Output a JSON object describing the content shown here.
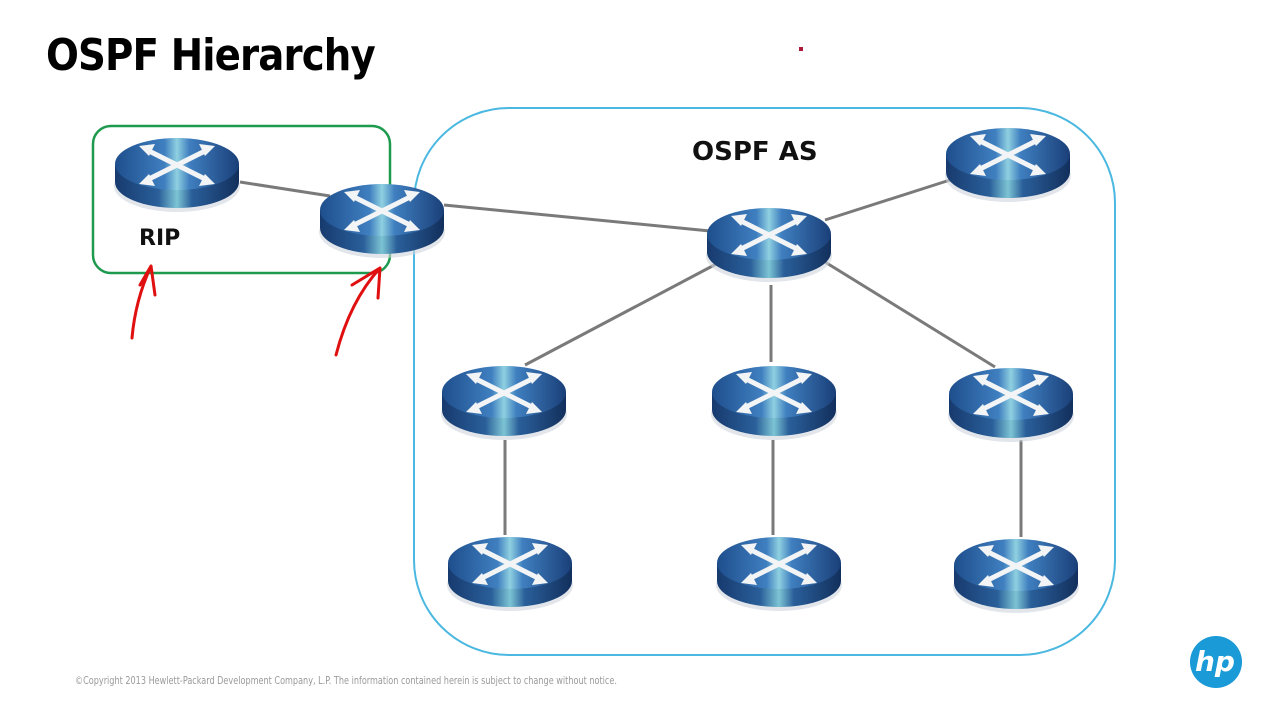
{
  "slide": {
    "title": "OSPF Hierarchy",
    "footer": "©Copyright 2013 Hewlett-Packard Development Company, L.P. The information contained herein is subject to change without notice.",
    "logo_text": "hp",
    "brand_color": "#1a9ad6"
  },
  "diagram": {
    "regions": [
      {
        "id": "rip",
        "label": "RIP",
        "border_color": "#1e9a4e"
      },
      {
        "id": "ospf-as",
        "label": "OSPF AS",
        "border_color": "#4ab8e0"
      }
    ],
    "routers": [
      {
        "id": "r-rip",
        "icon": "router-icon",
        "region": "rip"
      },
      {
        "id": "r-asbr",
        "icon": "router-icon",
        "region": "rip/ospf-as boundary"
      },
      {
        "id": "r-core",
        "icon": "router-icon",
        "region": "ospf-as"
      },
      {
        "id": "r-topright",
        "icon": "router-icon",
        "region": "ospf-as"
      },
      {
        "id": "r-mid-left",
        "icon": "router-icon",
        "region": "ospf-as"
      },
      {
        "id": "r-mid-center",
        "icon": "router-icon",
        "region": "ospf-as"
      },
      {
        "id": "r-mid-right",
        "icon": "router-icon",
        "region": "ospf-as"
      },
      {
        "id": "r-bot-left",
        "icon": "router-icon",
        "region": "ospf-as"
      },
      {
        "id": "r-bot-center",
        "icon": "router-icon",
        "region": "ospf-as"
      },
      {
        "id": "r-bot-right",
        "icon": "router-icon",
        "region": "ospf-as"
      }
    ],
    "links": [
      [
        "r-rip",
        "r-asbr"
      ],
      [
        "r-asbr",
        "r-core"
      ],
      [
        "r-core",
        "r-topright"
      ],
      [
        "r-core",
        "r-mid-left"
      ],
      [
        "r-core",
        "r-mid-center"
      ],
      [
        "r-core",
        "r-mid-right"
      ],
      [
        "r-mid-left",
        "r-bot-left"
      ],
      [
        "r-mid-center",
        "r-bot-center"
      ],
      [
        "r-mid-right",
        "r-bot-right"
      ]
    ],
    "annotations": [
      {
        "type": "hand-drawn-arrow",
        "color": "#e01010",
        "points_to": "RIP region"
      },
      {
        "type": "hand-drawn-arrow",
        "color": "#e01010",
        "points_to": "r-asbr"
      }
    ]
  }
}
